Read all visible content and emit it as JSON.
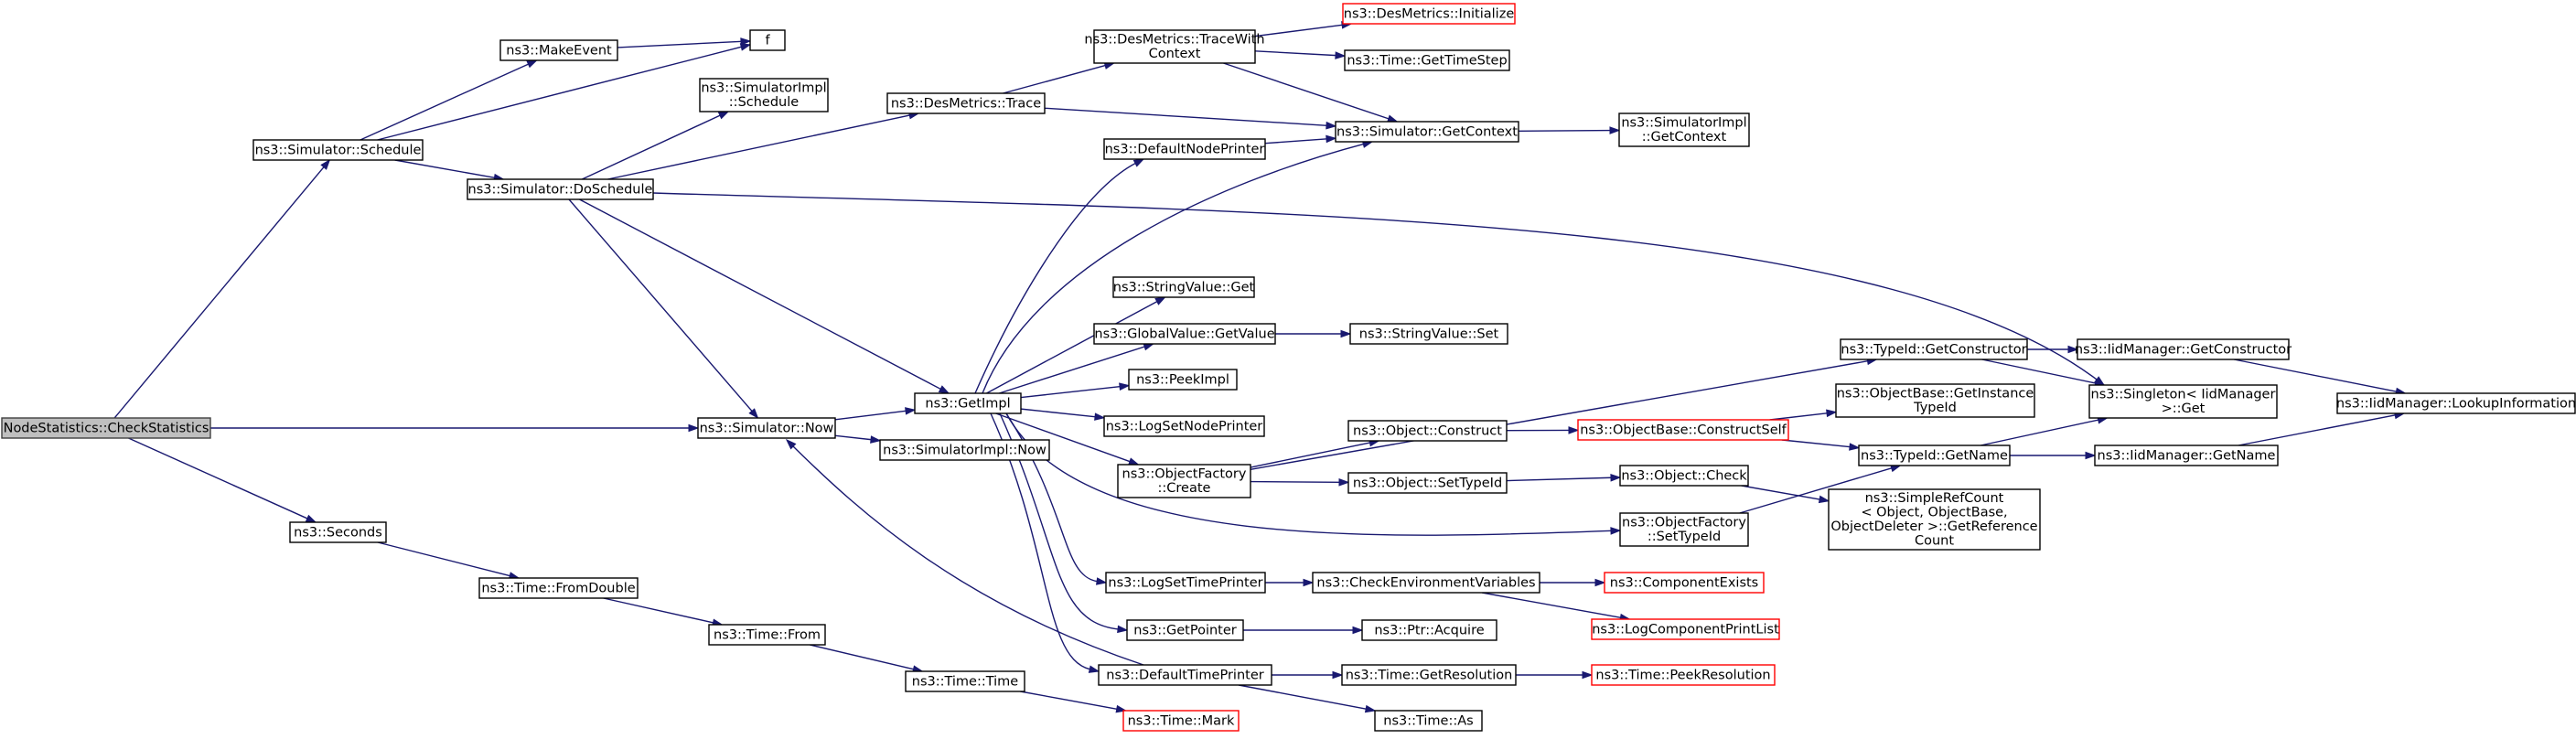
{
  "nodes": [
    {
      "id": "root",
      "lines": [
        "NodeStatistics::CheckStatistics"
      ],
      "style": "root"
    },
    {
      "id": "sim_schedule",
      "lines": [
        "ns3::Simulator::Schedule"
      ]
    },
    {
      "id": "make_event",
      "lines": [
        "ns3::MakeEvent"
      ]
    },
    {
      "id": "f",
      "lines": [
        "f"
      ]
    },
    {
      "id": "simimpl_schedule",
      "lines": [
        "ns3::SimulatorImpl",
        "::Schedule"
      ]
    },
    {
      "id": "sim_doschedule",
      "lines": [
        "ns3::Simulator::DoSchedule"
      ]
    },
    {
      "id": "des_trace",
      "lines": [
        "ns3::DesMetrics::Trace"
      ]
    },
    {
      "id": "des_tracewith",
      "lines": [
        "ns3::DesMetrics::TraceWith",
        "Context"
      ]
    },
    {
      "id": "des_init",
      "lines": [
        "ns3::DesMetrics::Initialize"
      ],
      "style": "trunc"
    },
    {
      "id": "time_gettimestep",
      "lines": [
        "ns3::Time::GetTimeStep"
      ]
    },
    {
      "id": "sim_getcontext",
      "lines": [
        "ns3::Simulator::GetContext"
      ]
    },
    {
      "id": "simimpl_getcontext",
      "lines": [
        "ns3::SimulatorImpl",
        "::GetContext"
      ]
    },
    {
      "id": "default_node_printer",
      "lines": [
        "ns3::DefaultNodePrinter"
      ]
    },
    {
      "id": "stringvalue_get",
      "lines": [
        "ns3::StringValue::Get"
      ]
    },
    {
      "id": "globalvalue_getvalue",
      "lines": [
        "ns3::GlobalValue::GetValue"
      ]
    },
    {
      "id": "stringvalue_set",
      "lines": [
        "ns3::StringValue::Set"
      ]
    },
    {
      "id": "peekimpl",
      "lines": [
        "ns3::PeekImpl"
      ]
    },
    {
      "id": "logsetnodeprinter",
      "lines": [
        "ns3::LogSetNodePrinter"
      ]
    },
    {
      "id": "getimpl",
      "lines": [
        "ns3::GetImpl"
      ]
    },
    {
      "id": "sim_now",
      "lines": [
        "ns3::Simulator::Now"
      ]
    },
    {
      "id": "simimpl_now",
      "lines": [
        "ns3::SimulatorImpl::Now"
      ]
    },
    {
      "id": "objectfactory_create",
      "lines": [
        "ns3::ObjectFactory",
        "::Create"
      ]
    },
    {
      "id": "object_construct",
      "lines": [
        "ns3::Object::Construct"
      ]
    },
    {
      "id": "objectbase_constructself",
      "lines": [
        "ns3::ObjectBase::ConstructSelf"
      ],
      "style": "trunc"
    },
    {
      "id": "object_settypeid",
      "lines": [
        "ns3::Object::SetTypeId"
      ]
    },
    {
      "id": "object_check",
      "lines": [
        "ns3::Object::Check"
      ]
    },
    {
      "id": "objectfactory_settypeid",
      "lines": [
        "ns3::ObjectFactory",
        "::SetTypeId"
      ]
    },
    {
      "id": "typeid_getconstructor",
      "lines": [
        "ns3::TypeId::GetConstructor"
      ]
    },
    {
      "id": "objectbase_getinstancetypeid",
      "lines": [
        "ns3::ObjectBase::GetInstance",
        "TypeId"
      ]
    },
    {
      "id": "typeid_getname",
      "lines": [
        "ns3::TypeId::GetName"
      ]
    },
    {
      "id": "iidmanager_getconstructor",
      "lines": [
        "ns3::IidManager::GetConstructor"
      ]
    },
    {
      "id": "singleton_get",
      "lines": [
        "ns3::Singleton< IidManager",
        " >::Get"
      ]
    },
    {
      "id": "iidmanager_getname",
      "lines": [
        "ns3::IidManager::GetName"
      ]
    },
    {
      "id": "iidmanager_lookup",
      "lines": [
        "ns3::IidManager::LookupInformation"
      ]
    },
    {
      "id": "simplerefcount",
      "lines": [
        "ns3::SimpleRefCount",
        "< Object, ObjectBase,",
        " ObjectDeleter >::GetReference",
        "Count"
      ]
    },
    {
      "id": "logsettimeprinter",
      "lines": [
        "ns3::LogSetTimePrinter"
      ]
    },
    {
      "id": "checkenvvars",
      "lines": [
        "ns3::CheckEnvironmentVariables"
      ]
    },
    {
      "id": "componentexists",
      "lines": [
        "ns3::ComponentExists"
      ],
      "style": "trunc"
    },
    {
      "id": "logcomponentprintlist",
      "lines": [
        "ns3::LogComponentPrintList"
      ],
      "style": "trunc"
    },
    {
      "id": "getpointer",
      "lines": [
        "ns3::GetPointer"
      ]
    },
    {
      "id": "ptr_acquire",
      "lines": [
        "ns3::Ptr::Acquire"
      ]
    },
    {
      "id": "default_time_printer",
      "lines": [
        "ns3::DefaultTimePrinter"
      ]
    },
    {
      "id": "time_getresolution",
      "lines": [
        "ns3::Time::GetResolution"
      ]
    },
    {
      "id": "time_peekresolution",
      "lines": [
        "ns3::Time::PeekResolution"
      ],
      "style": "trunc"
    },
    {
      "id": "time_as",
      "lines": [
        "ns3::Time::As"
      ]
    },
    {
      "id": "seconds",
      "lines": [
        "ns3::Seconds"
      ]
    },
    {
      "id": "time_fromdouble",
      "lines": [
        "ns3::Time::FromDouble"
      ]
    },
    {
      "id": "time_from",
      "lines": [
        "ns3::Time::From"
      ]
    },
    {
      "id": "time_time",
      "lines": [
        "ns3::Time::Time"
      ]
    },
    {
      "id": "time_mark",
      "lines": [
        "ns3::Time::Mark"
      ],
      "style": "trunc"
    }
  ],
  "edges": [
    [
      "root",
      "sim_schedule"
    ],
    [
      "root",
      "sim_now"
    ],
    [
      "root",
      "seconds"
    ],
    [
      "sim_schedule",
      "make_event"
    ],
    [
      "sim_schedule",
      "f"
    ],
    [
      "sim_schedule",
      "sim_doschedule"
    ],
    [
      "make_event",
      "f"
    ],
    [
      "sim_doschedule",
      "simimpl_schedule"
    ],
    [
      "sim_doschedule",
      "des_trace"
    ],
    [
      "sim_doschedule",
      "getimpl"
    ],
    [
      "sim_doschedule",
      "sim_now"
    ],
    [
      "sim_doschedule",
      "singleton_get"
    ],
    [
      "des_trace",
      "des_tracewith"
    ],
    [
      "des_trace",
      "sim_getcontext"
    ],
    [
      "des_tracewith",
      "des_init"
    ],
    [
      "des_tracewith",
      "time_gettimestep"
    ],
    [
      "des_tracewith",
      "sim_getcontext"
    ],
    [
      "sim_getcontext",
      "simimpl_getcontext"
    ],
    [
      "default_node_printer",
      "sim_getcontext"
    ],
    [
      "getimpl",
      "default_node_printer"
    ],
    [
      "getimpl",
      "sim_getcontext"
    ],
    [
      "getimpl",
      "stringvalue_get"
    ],
    [
      "getimpl",
      "globalvalue_getvalue"
    ],
    [
      "getimpl",
      "peekimpl"
    ],
    [
      "getimpl",
      "logsetnodeprinter"
    ],
    [
      "getimpl",
      "objectfactory_create"
    ],
    [
      "getimpl",
      "objectfactory_settypeid"
    ],
    [
      "getimpl",
      "logsettimeprinter"
    ],
    [
      "getimpl",
      "getpointer"
    ],
    [
      "getimpl",
      "default_time_printer"
    ],
    [
      "globalvalue_getvalue",
      "stringvalue_set"
    ],
    [
      "sim_now",
      "getimpl"
    ],
    [
      "sim_now",
      "simimpl_now"
    ],
    [
      "objectfactory_create",
      "typeid_getconstructor"
    ],
    [
      "objectfactory_create",
      "object_construct"
    ],
    [
      "objectfactory_create",
      "object_settypeid"
    ],
    [
      "object_construct",
      "objectbase_constructself"
    ],
    [
      "objectbase_constructself",
      "objectbase_getinstancetypeid"
    ],
    [
      "objectbase_constructself",
      "typeid_getname"
    ],
    [
      "object_settypeid",
      "object_check"
    ],
    [
      "object_check",
      "simplerefcount"
    ],
    [
      "objectfactory_settypeid",
      "typeid_getname"
    ],
    [
      "typeid_getconstructor",
      "iidmanager_getconstructor"
    ],
    [
      "typeid_getconstructor",
      "singleton_get"
    ],
    [
      "iidmanager_getconstructor",
      "iidmanager_lookup"
    ],
    [
      "typeid_getname",
      "singleton_get"
    ],
    [
      "typeid_getname",
      "iidmanager_getname"
    ],
    [
      "iidmanager_getname",
      "iidmanager_lookup"
    ],
    [
      "logsettimeprinter",
      "checkenvvars"
    ],
    [
      "checkenvvars",
      "componentexists"
    ],
    [
      "checkenvvars",
      "logcomponentprintlist"
    ],
    [
      "getpointer",
      "ptr_acquire"
    ],
    [
      "default_time_printer",
      "sim_now"
    ],
    [
      "default_time_printer",
      "time_getresolution"
    ],
    [
      "default_time_printer",
      "time_as"
    ],
    [
      "time_getresolution",
      "time_peekresolution"
    ],
    [
      "seconds",
      "time_fromdouble"
    ],
    [
      "time_fromdouble",
      "time_from"
    ],
    [
      "time_from",
      "time_time"
    ],
    [
      "time_time",
      "time_mark"
    ]
  ]
}
